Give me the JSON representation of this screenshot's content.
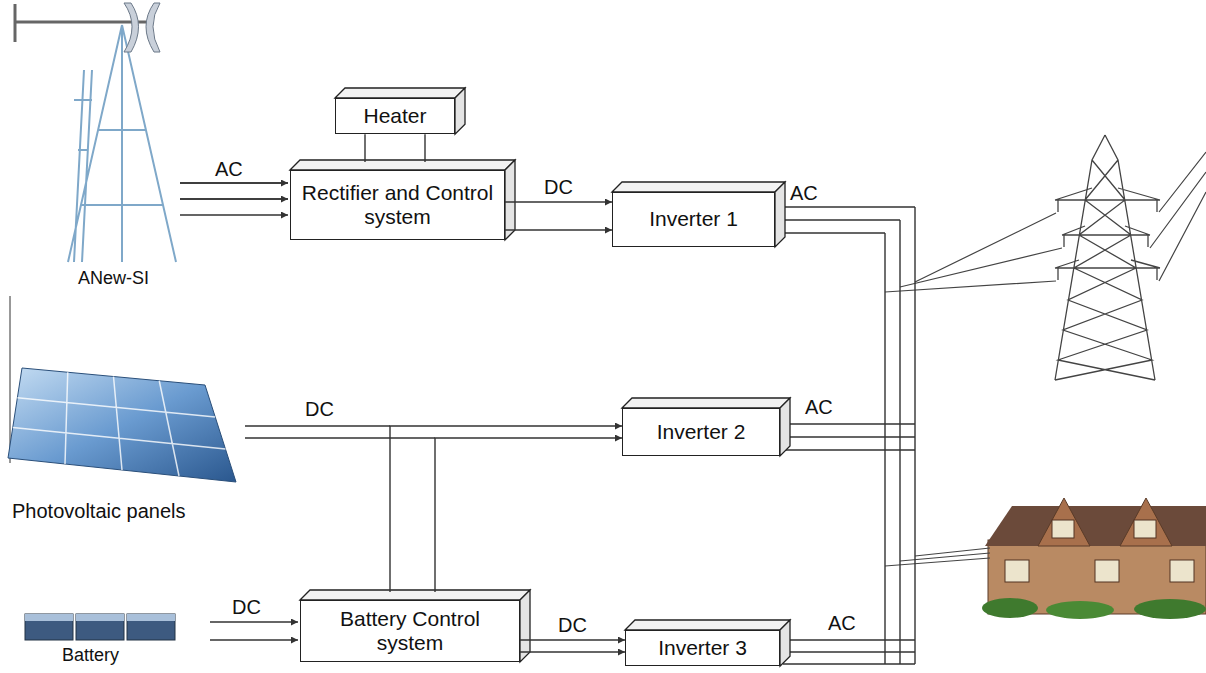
{
  "diagram": {
    "nodes": [
      {
        "text": [
          "Heater"
        ]
      },
      {
        "text": [
          "Rectifier and Control system"
        ]
      },
      {
        "text": [
          "Inverter 1"
        ]
      },
      {
        "text": [
          "Inverter 2"
        ]
      },
      {
        "text": [
          "Battery Control system"
        ]
      },
      {
        "text": [
          "Inverter 3"
        ]
      }
    ],
    "edges": [
      {
        "from": 0,
        "to": 1,
        "arrow": "none"
      },
      {
        "from": 1,
        "to": 2,
        "label": "DC",
        "arrow": "to"
      },
      {
        "from": 4,
        "to": 3,
        "arrow": "to"
      },
      {
        "from": 4,
        "to": 5,
        "label": "DC",
        "arrow": "to"
      }
    ],
    "labels": [
      "AC",
      "ANew-SI",
      "AC",
      "DC",
      "AC",
      "Photovoltaic panels",
      "DC",
      "Battery",
      "AC"
    ]
  }
}
